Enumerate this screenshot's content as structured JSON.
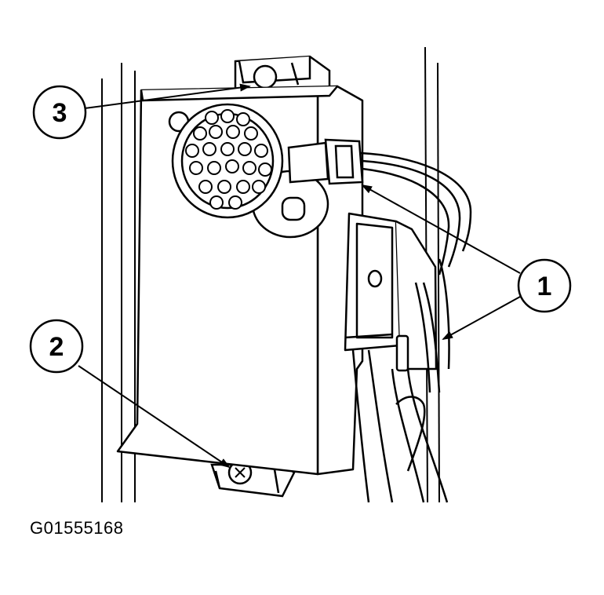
{
  "figure": {
    "code": "G01555168"
  },
  "callouts": [
    {
      "id": "callout-1",
      "label": "1"
    },
    {
      "id": "callout-2",
      "label": "2"
    },
    {
      "id": "callout-3",
      "label": "3"
    }
  ]
}
